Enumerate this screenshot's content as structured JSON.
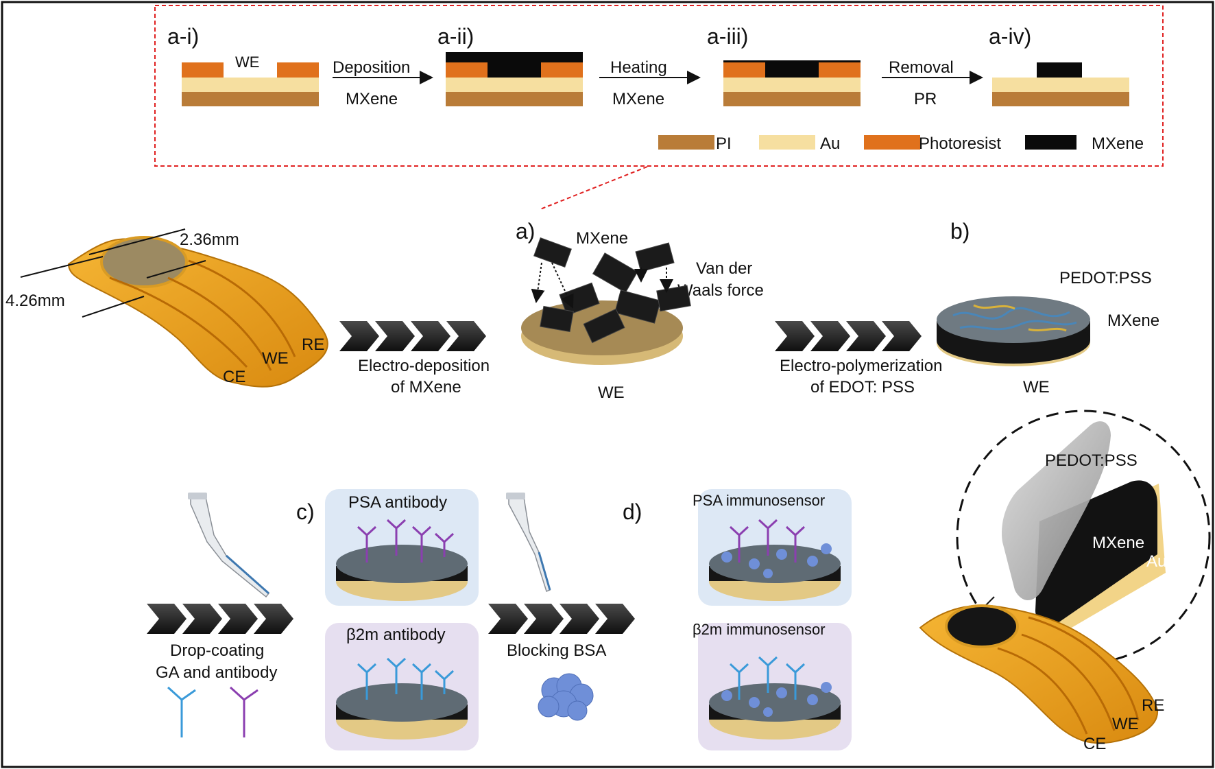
{
  "inset": {
    "steps": [
      {
        "id": "a-i",
        "label": "a-i)",
        "we_label": "WE"
      },
      {
        "id": "a-ii",
        "label": "a-ii)"
      },
      {
        "id": "a-iii",
        "label": "a-iii)"
      },
      {
        "id": "a-iv",
        "label": "a-iv)"
      }
    ],
    "arrows": [
      {
        "top": "Deposition",
        "bottom": "MXene"
      },
      {
        "top": "Heating",
        "bottom": "MXene"
      },
      {
        "top": "Removal",
        "bottom": "PR"
      }
    ],
    "legend": [
      {
        "label": "PI",
        "color": "#b97c38"
      },
      {
        "label": "Au",
        "color": "#f6dfa0"
      },
      {
        "label": "Photoresist",
        "color": "#e0711c"
      },
      {
        "label": "MXene",
        "color": "#0a0a0a"
      }
    ]
  },
  "electrode": {
    "dim_a": "2.36mm",
    "dim_b": "4.26mm",
    "ce": "CE",
    "we": "WE",
    "re": "RE"
  },
  "step1": {
    "line1": "Electro-deposition",
    "line2": "of MXene"
  },
  "panel_a": {
    "label": "a)",
    "mxene": "MXene",
    "force1": "Van der",
    "force2": "Waals force",
    "we": "WE"
  },
  "step2": {
    "line1": "Electro-polymerization",
    "line2": "of EDOT: PSS"
  },
  "panel_b": {
    "label": "b)",
    "pedot": "PEDOT:PSS",
    "mxene": "MXene",
    "we": "WE"
  },
  "step3": {
    "line1": "Drop-coating",
    "line2": "GA and antibody"
  },
  "panel_c": {
    "label": "c)",
    "top": "PSA antibody",
    "bottom": "β2m antibody"
  },
  "step4": {
    "line1": "Blocking BSA"
  },
  "panel_d": {
    "label": "d)",
    "top": "PSA immunosensor",
    "bottom": "β2m immunosensor"
  },
  "zoom": {
    "pedot": "PEDOT:PSS",
    "mxene": "MXene",
    "au": "Au"
  },
  "device2": {
    "ce": "CE",
    "we": "WE",
    "re": "RE"
  },
  "colors": {
    "pi": "#b97c38",
    "au": "#f6dfa0",
    "photoresist": "#e0711c",
    "mxene": "#0a0a0a",
    "gold": "#f0a21a",
    "antibody_psa": "#8b3fb0",
    "antibody_b2m": "#3a9ad9",
    "bsa": "#6f8fd8",
    "red_dash": "#e02020"
  }
}
